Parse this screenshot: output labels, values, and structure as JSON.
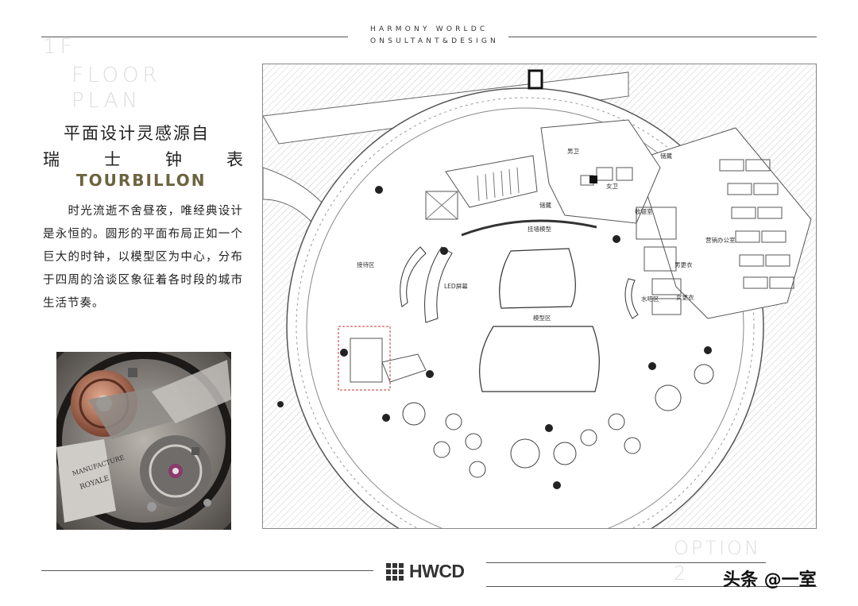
{
  "header": {
    "brand_line1": "HARMONY WORLDC",
    "brand_line2": "ONSULTANT&DESIGN"
  },
  "floor": {
    "number": "1F",
    "word1": "FLOOR",
    "word2": "PLAN"
  },
  "title": {
    "cn_line1": "平面设计灵感源自",
    "cn_line2_chars": [
      "瑞",
      "士",
      "钟",
      "表"
    ],
    "en": "TOURBILLON"
  },
  "body": {
    "paragraph": "　　时光流逝不舍昼夜，唯经典设计是永恒的。圆形的平面布局正如一个巨大的时钟，以模型区为中心，分布于四周的洽谈区象征着各时段的城市生活节奏。"
  },
  "watch_image": {
    "brand_text1": "MANUFACTURE",
    "brand_text2": "ROYALE"
  },
  "plan_labels": {
    "men_wc": "男卫",
    "storage_top": "储藏",
    "women_wc": "女卫",
    "storage_left": "储藏",
    "cashier": "收银室",
    "hanging_model": "挂墙模型",
    "sales_office": "营销办公室",
    "reception": "接待区",
    "led_screen": "LED屏幕",
    "men_locker": "男更衣",
    "water_bar": "水吧区",
    "women_locker": "女更衣",
    "model_area": "模型区"
  },
  "footer": {
    "logo": "HWCD",
    "option_word": "OPTION",
    "option_number": "2"
  },
  "watermark": {
    "text": "头条 @一室"
  }
}
